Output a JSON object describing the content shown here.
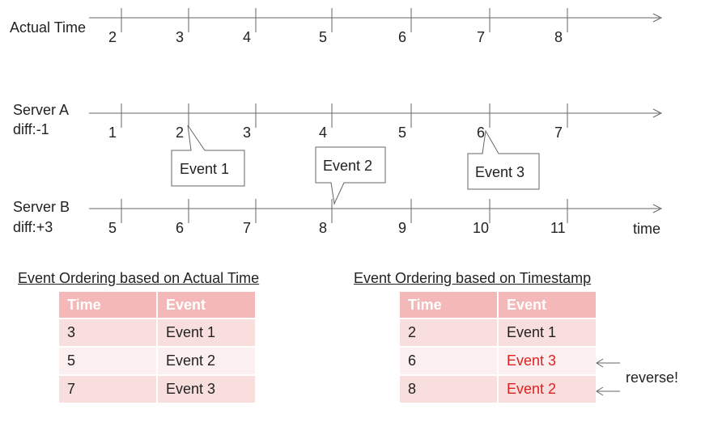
{
  "timelines": [
    {
      "id": "actual",
      "label_lines": [
        "Actual Time"
      ],
      "ticks": [
        2,
        3,
        4,
        5,
        6,
        7,
        8
      ]
    },
    {
      "id": "server-a",
      "label_lines": [
        "Server A",
        "diff:-1"
      ],
      "ticks": [
        1,
        2,
        3,
        4,
        5,
        6,
        7
      ]
    },
    {
      "id": "server-b",
      "label_lines": [
        "Server B",
        "diff:+3"
      ],
      "ticks": [
        5,
        6,
        7,
        8,
        9,
        10,
        11
      ]
    }
  ],
  "axis_label": "time",
  "events": [
    {
      "label": "Event 1"
    },
    {
      "label": "Event 2"
    },
    {
      "label": "Event 3"
    }
  ],
  "tables": {
    "actual": {
      "heading": "Event Ordering based on Actual Time",
      "headers": [
        "Time",
        "Event"
      ],
      "rows": [
        {
          "time": "3",
          "event": "Event 1"
        },
        {
          "time": "5",
          "event": "Event 2"
        },
        {
          "time": "7",
          "event": "Event 3"
        }
      ]
    },
    "timestamp": {
      "heading": "Event Ordering based on Timestamp",
      "headers": [
        "Time",
        "Event"
      ],
      "rows": [
        {
          "time": "2",
          "event": "Event 1"
        },
        {
          "time": "6",
          "event": "Event 3"
        },
        {
          "time": "8",
          "event": "Event 2"
        }
      ]
    }
  },
  "reverse_note": "reverse!",
  "colors": {
    "line": "#666666",
    "header_bg": "#f4b8b8",
    "row_bg": "#f9dede",
    "highlight": "#e02020"
  }
}
